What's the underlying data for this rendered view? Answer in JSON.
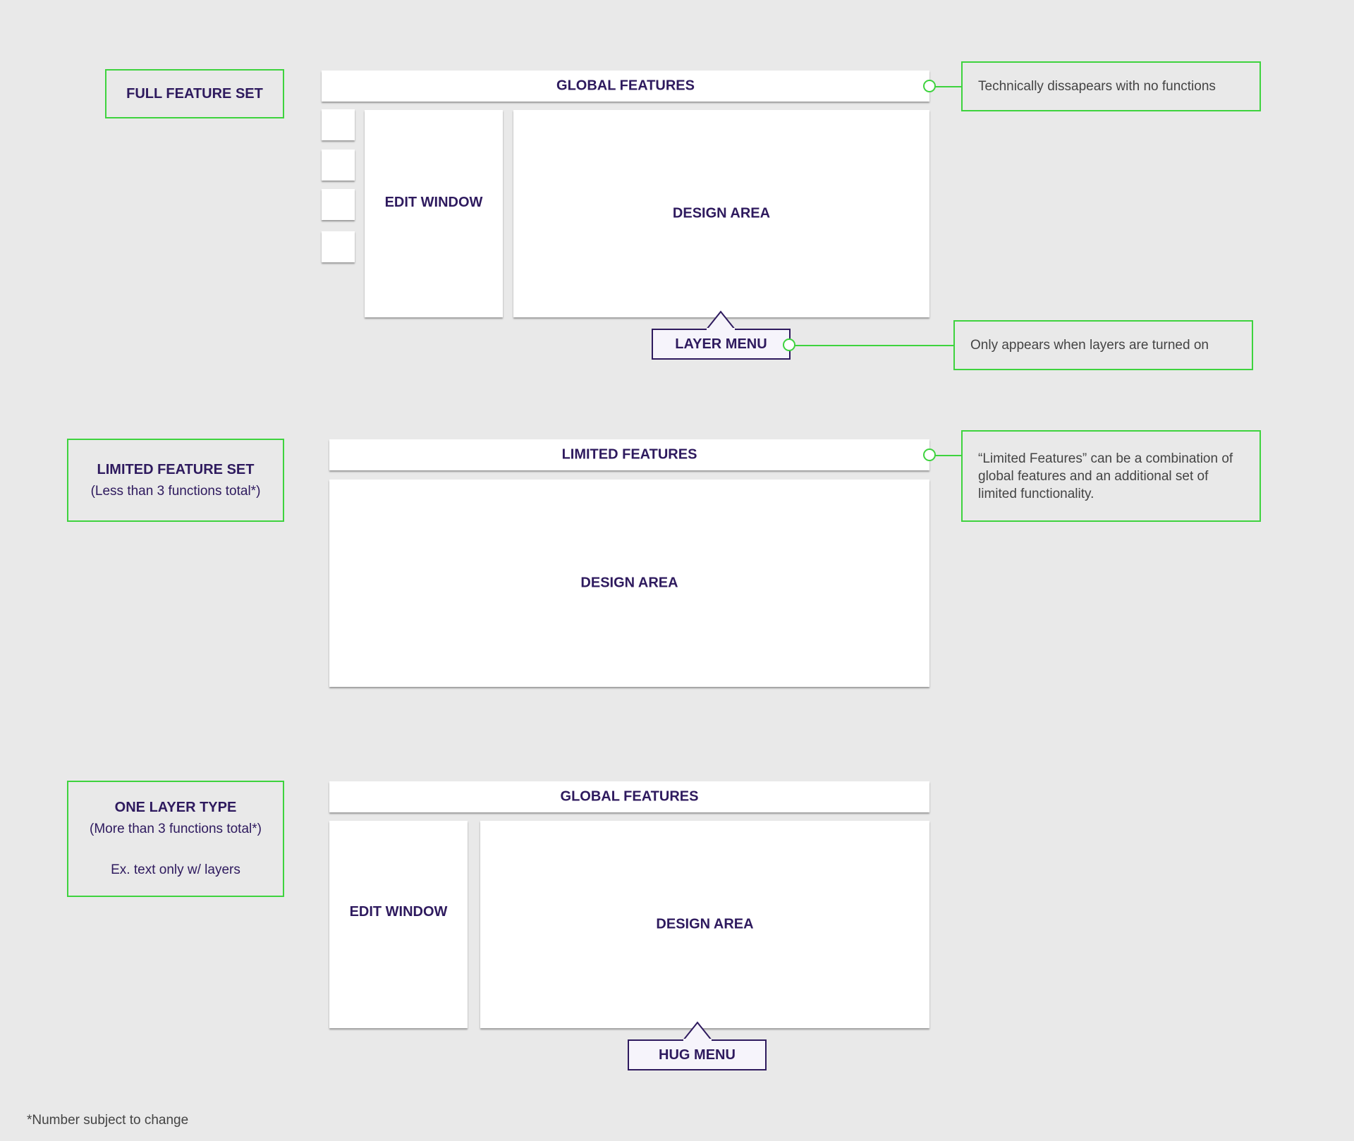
{
  "section_full": {
    "label_title": "FULL FEATURE SET",
    "top_bar": "GLOBAL FEATURES",
    "edit_window": "EDIT WINDOW",
    "design_area": "DESIGN AREA",
    "menu": "LAYER MENU",
    "note_top": "Technically dissapears with no functions",
    "note_menu": "Only appears when layers are turned on"
  },
  "section_limited": {
    "label_title": "LIMITED FEATURE SET",
    "label_sub": "(Less than 3 functions total*)",
    "top_bar": "LIMITED FEATURES",
    "design_area": "DESIGN AREA",
    "note_top": "“Limited Features” can be a combination of global features and an additional set of limited functionality."
  },
  "section_one_layer": {
    "label_title": "ONE LAYER TYPE",
    "label_sub": "(More than 3 functions total*)",
    "label_example": "Ex. text only w/ layers",
    "top_bar": "GLOBAL FEATURES",
    "edit_window": "EDIT WINDOW",
    "design_area": "DESIGN AREA",
    "menu": "HUG MENU"
  },
  "footnote": "*Number subject to change",
  "colors": {
    "background": "#e9e9e9",
    "accent_green": "#3ed33e",
    "text_purple": "#2e1a5e"
  }
}
